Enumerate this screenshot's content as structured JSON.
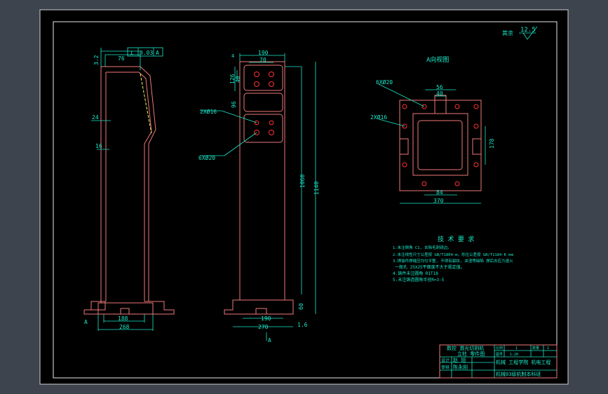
{
  "drawing": {
    "roughness": {
      "symbol": "其余",
      "value": "12.5"
    },
    "tolerance": {
      "symbol": "⊥",
      "value": "0.03",
      "datum": "A"
    },
    "side_view": {
      "dims": [
        "76",
        "3.2",
        "24",
        "16",
        "188",
        "268"
      ],
      "datum": "A"
    },
    "front_view": {
      "dims": [
        "190",
        "70",
        "4",
        "126",
        "40",
        "96",
        "1060",
        "1140",
        "60",
        "190",
        "270",
        "1.6"
      ],
      "labels": [
        "2XØ16",
        "6XØ20"
      ],
      "section_mark": "A"
    },
    "view_a": {
      "title": "A向视图",
      "dims": [
        "56",
        "40",
        "178",
        "84",
        "370"
      ],
      "labels": [
        "6XØ20",
        "2XØ16"
      ]
    },
    "tech_req": {
      "title": "技 术 要 求",
      "items": [
        "1.未注倒角 C1, 去除毛刺锐边。",
        "2.未注线性尺寸公差按 GB/T1804-m，形位公差按 GB/T1184-K mm",
        "3.焊接件焊缝应均匀平整, 不得有裂纹, 夹渣等缺陷 焊后去应力退火",
        "一般孔 25X25平面度不大于规定值。",
        "4.铸件未注圆角 R1T18",
        "5.未注铸造圆角半径R=3-5"
      ]
    },
    "title_block": {
      "name_line1": "数控 激光切割机",
      "name_line2": "立柱 零件图",
      "design_label": "设计",
      "designer": "赵 旭",
      "review_label": "审核",
      "reviewer": "陈永刚",
      "scale_label": "比例",
      "scale": "1",
      "sheet_label": "图号",
      "sheet": "1:20",
      "weight_label": "数量",
      "weight": "1",
      "school": "机械 工程学院 机电工程",
      "class": "机械03级机制本科班"
    }
  }
}
